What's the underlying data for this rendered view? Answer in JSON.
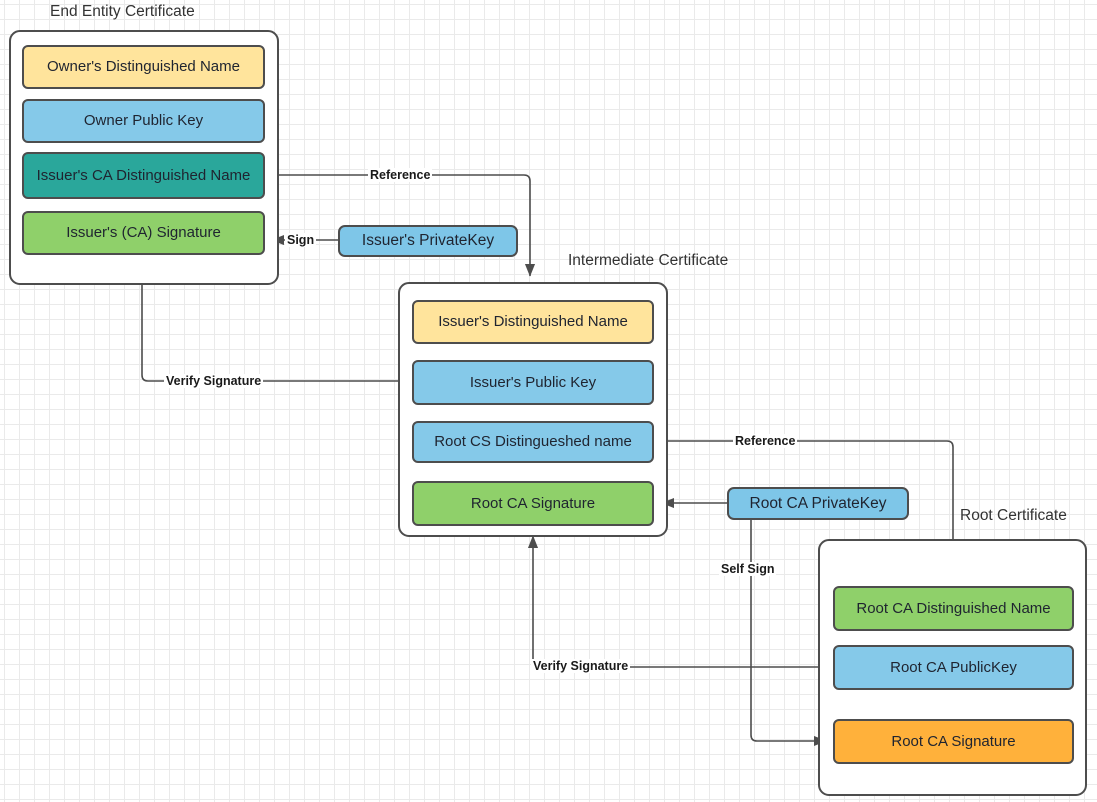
{
  "diagram": {
    "title_semantic": "x509-certificate-chain-of-trust",
    "colors": {
      "yellow": "#ffe49c",
      "blue": "#85c9e9",
      "teal": "#2aa79b",
      "green": "#8fd06a",
      "orange": "#ffb13b",
      "stroke": "#4d4d4d",
      "grid_minor": "#eaeaea",
      "grid_major": "#d4d4d4",
      "background": "#ffffff"
    }
  },
  "end_entity": {
    "title": "End Entity Certificate",
    "fields": [
      {
        "label": "Owner's Distinguished Name",
        "color": "yellow"
      },
      {
        "label": "Owner Public  Key",
        "color": "blue"
      },
      {
        "label": "Issuer's CA Distinguished Name",
        "color": "teal"
      },
      {
        "label": "Issuer's (CA) Signature",
        "color": "green"
      }
    ]
  },
  "intermediate": {
    "title": "Intermediate Certificate",
    "fields": [
      {
        "label": "Issuer's Distinguished Name",
        "color": "yellow"
      },
      {
        "label": "Issuer's Public  Key",
        "color": "blue"
      },
      {
        "label": "Root CS Distingueshed name",
        "color": "blue"
      },
      {
        "label": "Root CA Signature",
        "color": "green"
      }
    ]
  },
  "root": {
    "title": "Root Certificate",
    "fields": [
      {
        "label": "Root CA Distinguished Name",
        "color": "green"
      },
      {
        "label": "Root CA PublicKey",
        "color": "blue"
      },
      {
        "label": "Root CA Signature",
        "color": "orange"
      }
    ]
  },
  "keys": {
    "issuer_private_key": "Issuer's PrivateKey",
    "root_ca_private_key": "Root CA PrivateKey"
  },
  "edges": [
    {
      "id": "reference-top",
      "label": "Reference"
    },
    {
      "id": "sign-end-entity",
      "label": "Sign"
    },
    {
      "id": "verify-top",
      "label": "Verify Signature"
    },
    {
      "id": "reference-bottom",
      "label": "Reference"
    },
    {
      "id": "self-sign",
      "label": "Self Sign"
    },
    {
      "id": "verify-bottom",
      "label": "Verify Signature"
    }
  ]
}
